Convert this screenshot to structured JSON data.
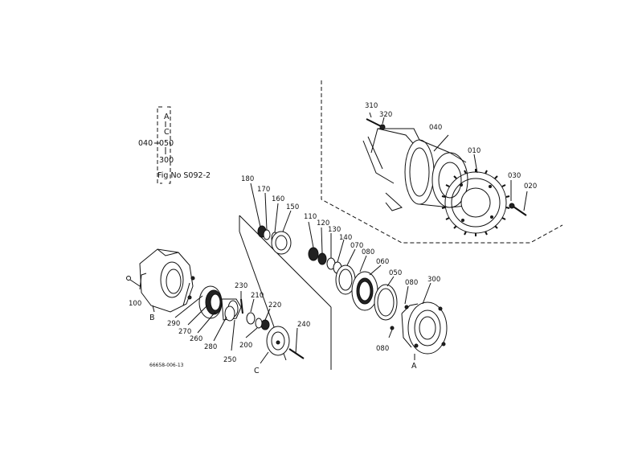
{
  "fig_ref": {
    "line_a": "A",
    "line_c": "C",
    "code_040": "040",
    "code_050": "050",
    "code_300": "300",
    "fig_no": "Fig No S092-2"
  },
  "part_labels": {
    "p310": "310",
    "p320": "320",
    "p040": "040",
    "p010": "010",
    "p030": "030",
    "p020": "020",
    "p180": "180",
    "p170": "170",
    "p160": "160",
    "p150": "150",
    "p110": "110",
    "p120": "120",
    "p130": "130",
    "p140": "140",
    "p070": "070",
    "p080a": "080",
    "p060": "060",
    "p050": "050",
    "p080b": "080",
    "p300": "300",
    "p080c": "080",
    "p100": "100",
    "p290": "290",
    "p270": "270",
    "p260": "260",
    "p280": "280",
    "p250": "250",
    "p230": "230",
    "p210": "210",
    "p220": "220",
    "p200": "200",
    "p240": "240"
  },
  "ref_letters": {
    "b": "B",
    "c": "C",
    "a": "A"
  },
  "drawing_code": "66658-006-13"
}
